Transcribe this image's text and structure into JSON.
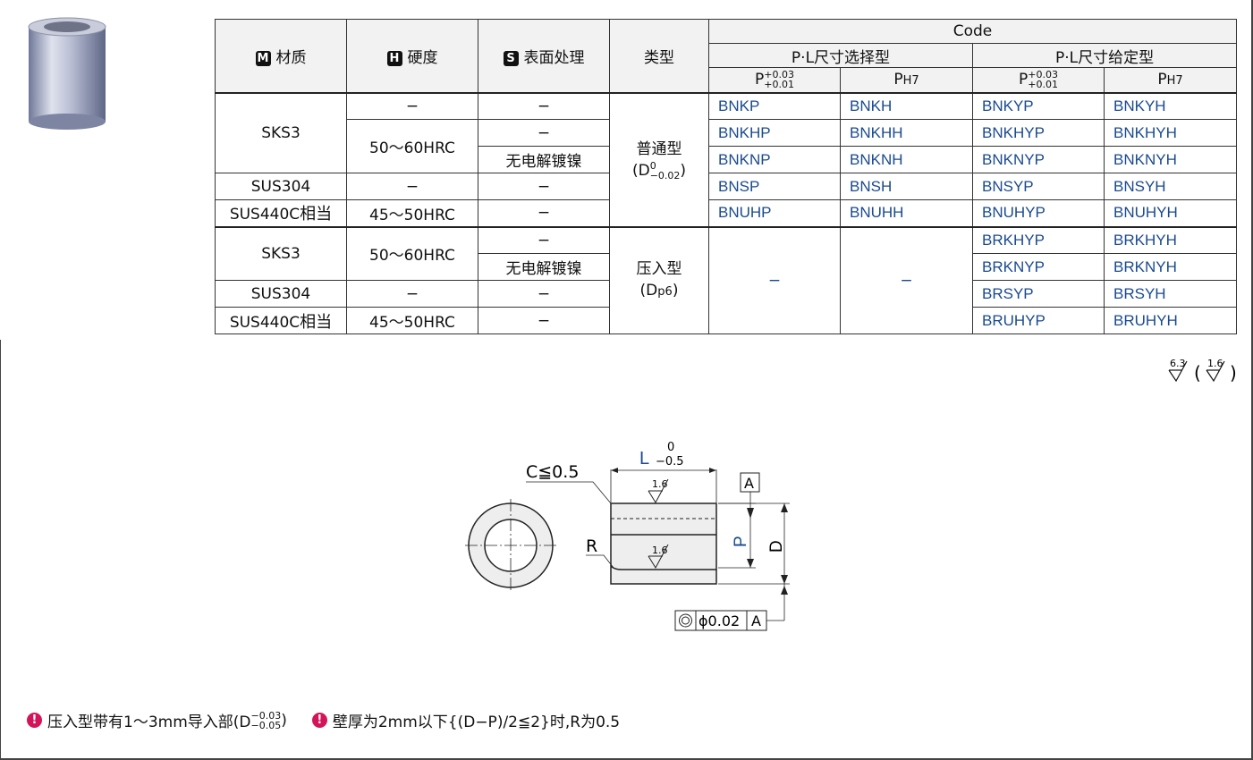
{
  "header": {
    "material": "材质",
    "hardness": "硬度",
    "surface": "表面处理",
    "type": "类型",
    "code": "Code",
    "select_type": "P·L尺寸选择型",
    "given_type": "P·L尺寸给定型",
    "p_label": "P",
    "p_tol_upper": "+0.03",
    "p_tol_lower": "+0.01",
    "ph7": "P",
    "ph7_sub": "H7",
    "badge_m": "M",
    "badge_h": "H",
    "badge_s": "S"
  },
  "group1": {
    "type_label": "普通型",
    "type_tol_prefix": "(D",
    "type_tol_upper": "0",
    "type_tol_lower": "−0.02",
    "type_tol_suffix": ")",
    "rows": [
      {
        "material": "",
        "hardness": "−",
        "surface": "−",
        "c1": "BNKP",
        "c2": "BNKH",
        "c3": "BNKYP",
        "c4": "BNKYH"
      },
      {
        "material": "",
        "hardness": "",
        "surface": "−",
        "c1": "BNKHP",
        "c2": "BNKHH",
        "c3": "BNKHYP",
        "c4": "BNKHYH"
      },
      {
        "material": "",
        "hardness": "",
        "surface": "无电解镀镍",
        "c1": "BNKNP",
        "c2": "BNKNH",
        "c3": "BNKNYP",
        "c4": "BNKNYH"
      },
      {
        "material": "SUS304",
        "hardness": "−",
        "surface": "−",
        "c1": "BNSP",
        "c2": "BNSH",
        "c3": "BNSYP",
        "c4": "BNSYH"
      },
      {
        "material": "SUS440C",
        "material_suffix": "相当",
        "hardness": "45～50HRC",
        "surface": "−",
        "c1": "BNUHP",
        "c2": "BNUHH",
        "c3": "BNUHYP",
        "c4": "BNUHYH"
      }
    ],
    "sks3": "SKS3",
    "sks3_hardness": "50～60HRC"
  },
  "group2": {
    "type_label": "压入型",
    "type_tol": "(D",
    "type_tol_sub": "p6",
    "type_tol_suffix": ")",
    "dash1": "−",
    "dash2": "−",
    "sks3": "SKS3",
    "sks3_hardness": "50～60HRC",
    "rows": [
      {
        "material": "",
        "surface": "−",
        "c3": "BRKHYP",
        "c4": "BRKHYH"
      },
      {
        "material": "",
        "surface": "无电解镀镍",
        "c3": "BRKNYP",
        "c4": "BRKNYH"
      },
      {
        "material": "SUS304",
        "hardness": "−",
        "surface": "−",
        "c3": "BRSYP",
        "c4": "BRSYH"
      },
      {
        "material": "SUS440C",
        "material_suffix": "相当",
        "hardness": "45～50HRC",
        "surface": "−",
        "c3": "BRUHYP",
        "c4": "BRUHYH"
      }
    ]
  },
  "roughness": {
    "a": "6.3",
    "b": "1.6"
  },
  "drawing": {
    "chamfer": "C≦0.5",
    "l_label": "L",
    "l_tol_upper": "0",
    "l_tol_lower": "−0.5",
    "r_label": "R",
    "rough_top": "1.6",
    "rough_mid": "1.6",
    "datum": "A",
    "p_label": "P",
    "d_label": "D",
    "fcf_value": "ϕ0.02",
    "fcf_datum": "A"
  },
  "notes": {
    "note1_text": "压入型带有1～3mm导入部(D",
    "note1_tol_upper": "−0.03",
    "note1_tol_lower": "−0.05",
    "note1_suffix": ")",
    "note2_text": "壁厚为2mm以下{(D−P)/2≦2}时,R为0.5"
  },
  "colors": {
    "code_blue": "#1a4a8e",
    "note_red": "#d4145a"
  }
}
